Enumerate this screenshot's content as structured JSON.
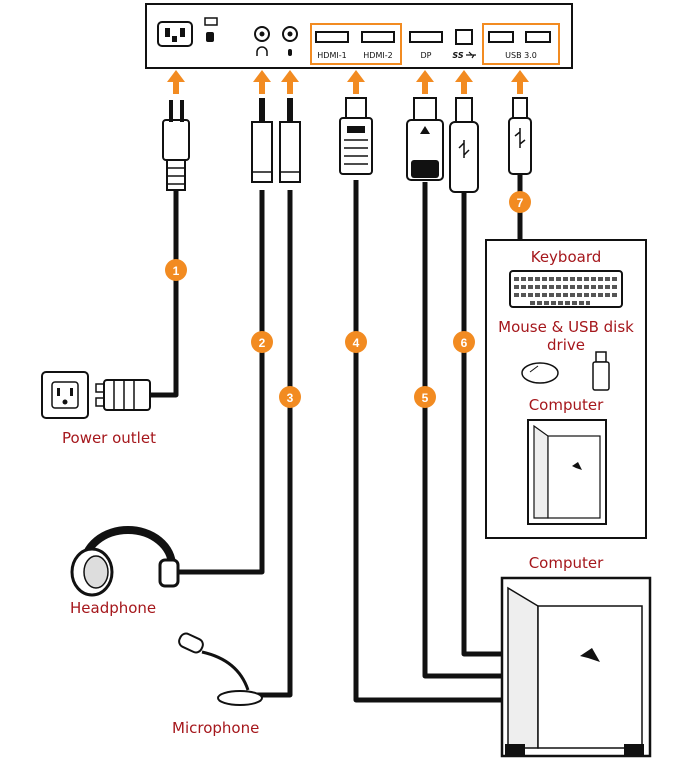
{
  "ports": {
    "hdmi1": "HDMI-1",
    "hdmi2": "HDMI-2",
    "dp": "DP",
    "usb_up": "SS",
    "usb30": "USB 3.0"
  },
  "badges": [
    "1",
    "2",
    "3",
    "4",
    "5",
    "6",
    "7"
  ],
  "devices": {
    "power_outlet": "Power outlet",
    "headphone": "Headphone",
    "microphone": "Microphone",
    "computer": "Computer",
    "keyboard": "Keyboard",
    "mouse_usb_line1": "Mouse & USB disk",
    "mouse_usb_line2": "drive",
    "computer_in_box": "Computer"
  },
  "colors": {
    "accent_orange": "#f28b21",
    "label_red": "#a5171c",
    "line_black": "#111111"
  }
}
